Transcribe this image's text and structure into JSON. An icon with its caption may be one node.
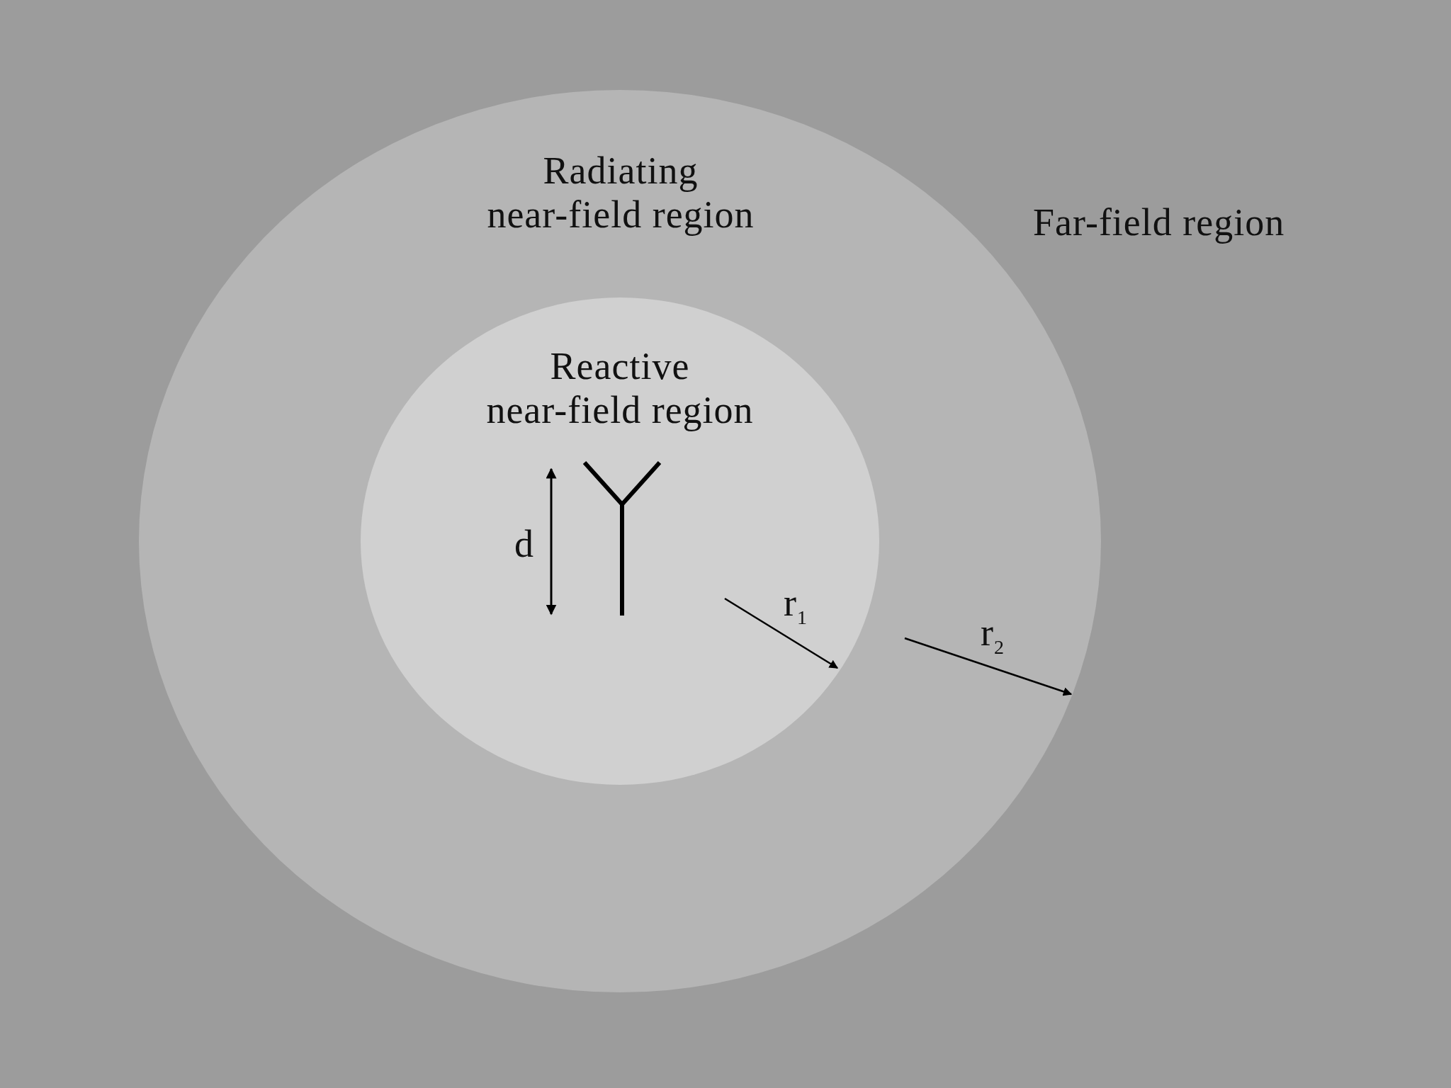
{
  "diagram": {
    "nodes": [
      {
        "text": [
          "Radiating near-field region"
        ]
      },
      {
        "text": [
          "Reactive near-field region"
        ],
        "in": 0
      }
    ],
    "labels": [
      "Far-field region",
      "d",
      "r$_{1}$",
      "r$_{2}$"
    ]
  }
}
